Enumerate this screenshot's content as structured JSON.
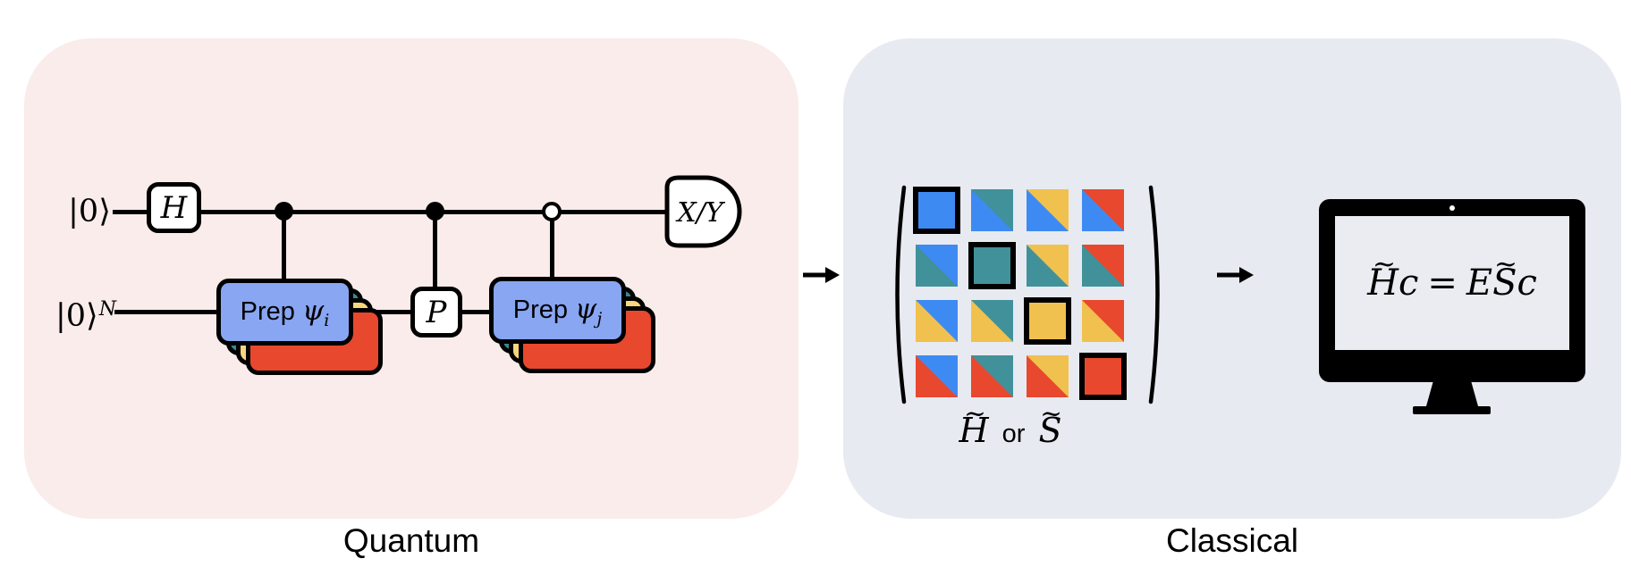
{
  "panels": {
    "quantum_label": "Quantum",
    "classical_label": "Classical",
    "quantum_bg": "#F9ECEA",
    "classical_bg": "#E8EAF1"
  },
  "circuit": {
    "qubit_top_ket": "|0⟩",
    "qubit_bottom_ket": "|0⟩",
    "qubit_bottom_sup": "N",
    "hadamard_gate": "H",
    "phase_gate": "P",
    "measure_label": "X/Y",
    "prep_word": "Prep",
    "psi": "ψ",
    "sub_i": "i",
    "sub_j": "j",
    "stack_layer_colors": [
      "#88A6F2",
      "#3A8791",
      "#F7D67E",
      "#E8482D"
    ]
  },
  "matrix": {
    "size": 4,
    "palette": [
      "#3E8AF3",
      "#41919B",
      "#F0C14E",
      "#E8482D"
    ],
    "label": {
      "h": "H",
      "or": "or",
      "s": "S",
      "tilde": "~"
    }
  },
  "monitor": {
    "equation": {
      "h": "H",
      "c1": "c",
      "equals": "=",
      "e": "E",
      "s": "S",
      "c2": "c",
      "tilde": "~"
    }
  }
}
